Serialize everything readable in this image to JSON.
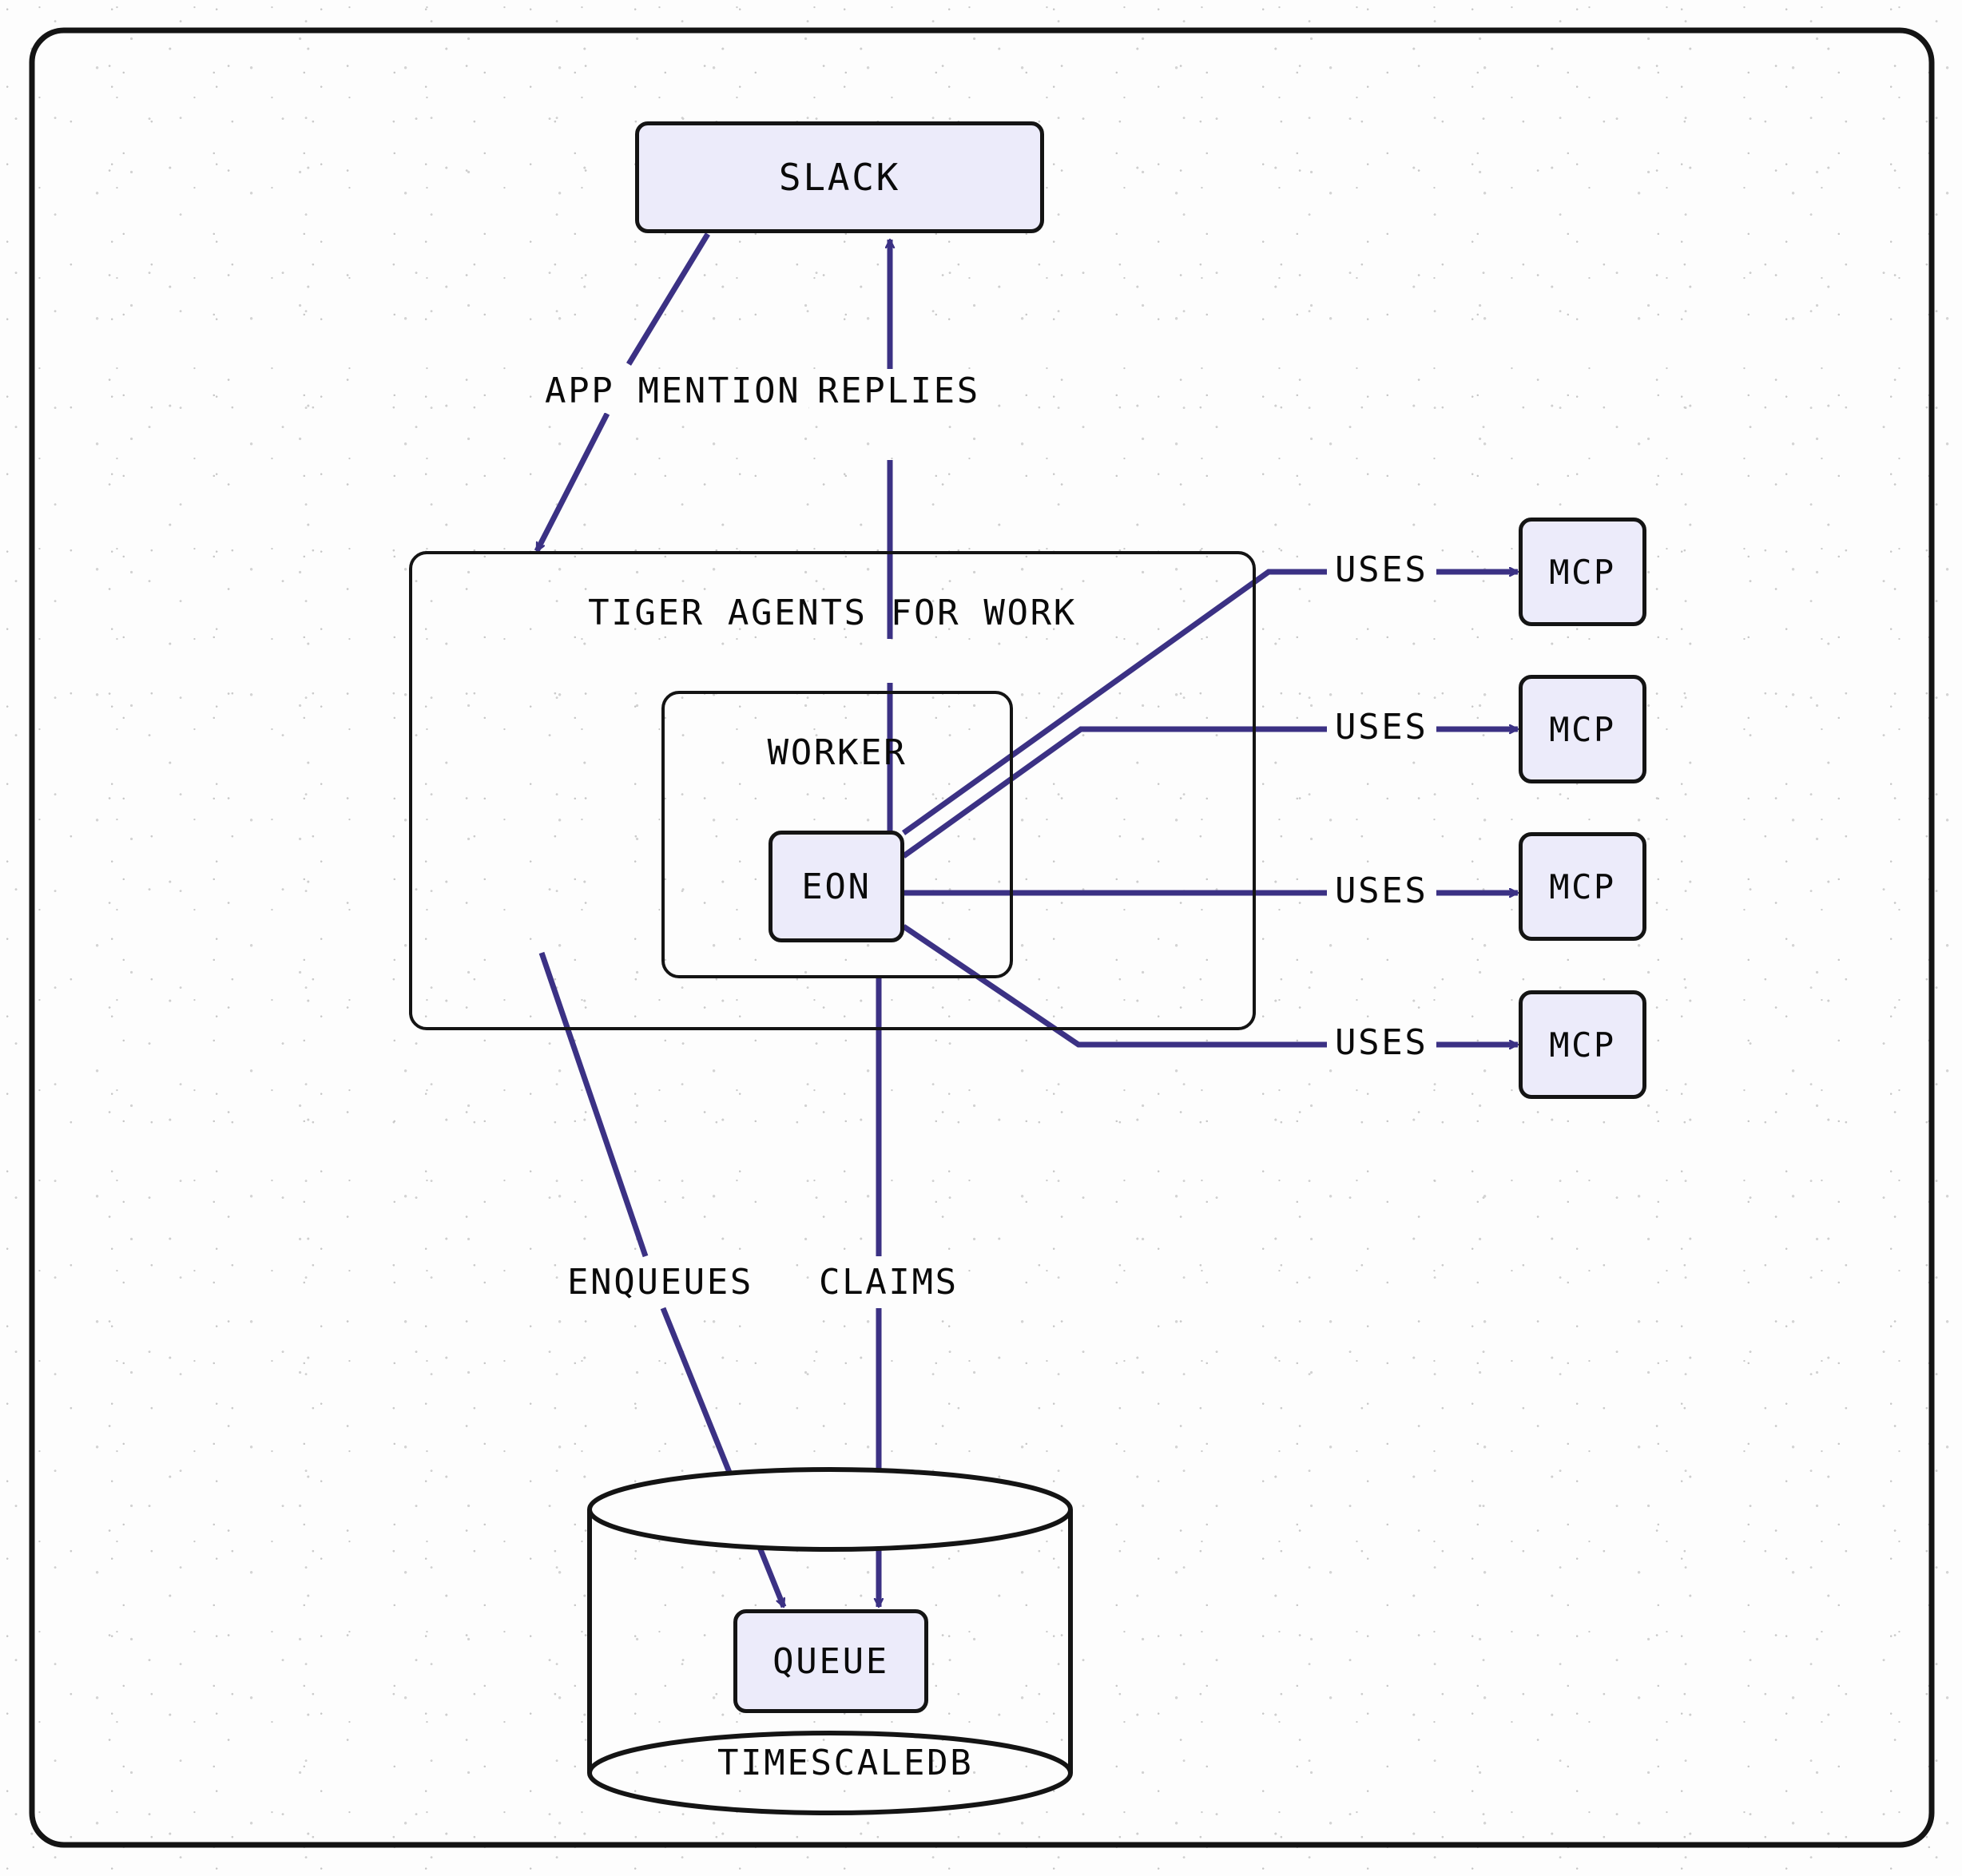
{
  "diagram": {
    "title": "Tiger Agents For Work architecture",
    "colors": {
      "node_fill": "#ecebfa",
      "node_stroke": "#141414",
      "edge_stroke": "#3b3184",
      "background": "#fdfdfd"
    },
    "nodes": [
      {
        "id": "slack",
        "label": "SLACK",
        "shape": "rounded-rect",
        "style": "filled"
      },
      {
        "id": "container",
        "label": "TIGER AGENTS FOR WORK",
        "shape": "rounded-rect",
        "style": "group"
      },
      {
        "id": "worker",
        "label": "WORKER",
        "shape": "rounded-rect",
        "style": "group"
      },
      {
        "id": "eon",
        "label": "EON",
        "shape": "rounded-rect",
        "style": "filled"
      },
      {
        "id": "mcp1",
        "label": "MCP",
        "shape": "rounded-rect",
        "style": "filled"
      },
      {
        "id": "mcp2",
        "label": "MCP",
        "shape": "rounded-rect",
        "style": "filled"
      },
      {
        "id": "mcp3",
        "label": "MCP",
        "shape": "rounded-rect",
        "style": "filled"
      },
      {
        "id": "mcp4",
        "label": "MCP",
        "shape": "rounded-rect",
        "style": "filled"
      },
      {
        "id": "db",
        "label": "TIMESCALEDB",
        "shape": "cylinder",
        "style": "outline"
      },
      {
        "id": "queue",
        "label": "QUEUE",
        "shape": "rounded-rect",
        "style": "filled"
      }
    ],
    "edges": [
      {
        "from": "slack",
        "to": "container",
        "label": "APP MENTION",
        "arrow": "end"
      },
      {
        "from": "eon",
        "to": "slack",
        "label": "REPLIES",
        "arrow": "end"
      },
      {
        "from": "eon",
        "to": "mcp1",
        "label": "USES",
        "arrow": "end"
      },
      {
        "from": "eon",
        "to": "mcp2",
        "label": "USES",
        "arrow": "end"
      },
      {
        "from": "eon",
        "to": "mcp3",
        "label": "USES",
        "arrow": "end"
      },
      {
        "from": "eon",
        "to": "mcp4",
        "label": "USES",
        "arrow": "end"
      },
      {
        "from": "container",
        "to": "queue",
        "label": "ENQUEUES",
        "arrow": "end"
      },
      {
        "from": "worker",
        "to": "queue",
        "label": "CLAIMS",
        "arrow": "end"
      }
    ],
    "labels": {
      "slack": "SLACK",
      "container": "TIGER AGENTS FOR WORK",
      "worker": "WORKER",
      "eon": "EON",
      "mcp1": "MCP",
      "mcp2": "MCP",
      "mcp3": "MCP",
      "mcp4": "MCP",
      "queue": "QUEUE",
      "timescaledb": "TIMESCALEDB",
      "app_mention": "APP MENTION",
      "replies": "REPLIES",
      "uses1": "USES",
      "uses2": "USES",
      "uses3": "USES",
      "uses4": "USES",
      "enqueues": "ENQUEUES",
      "claims": "CLAIMS"
    }
  }
}
